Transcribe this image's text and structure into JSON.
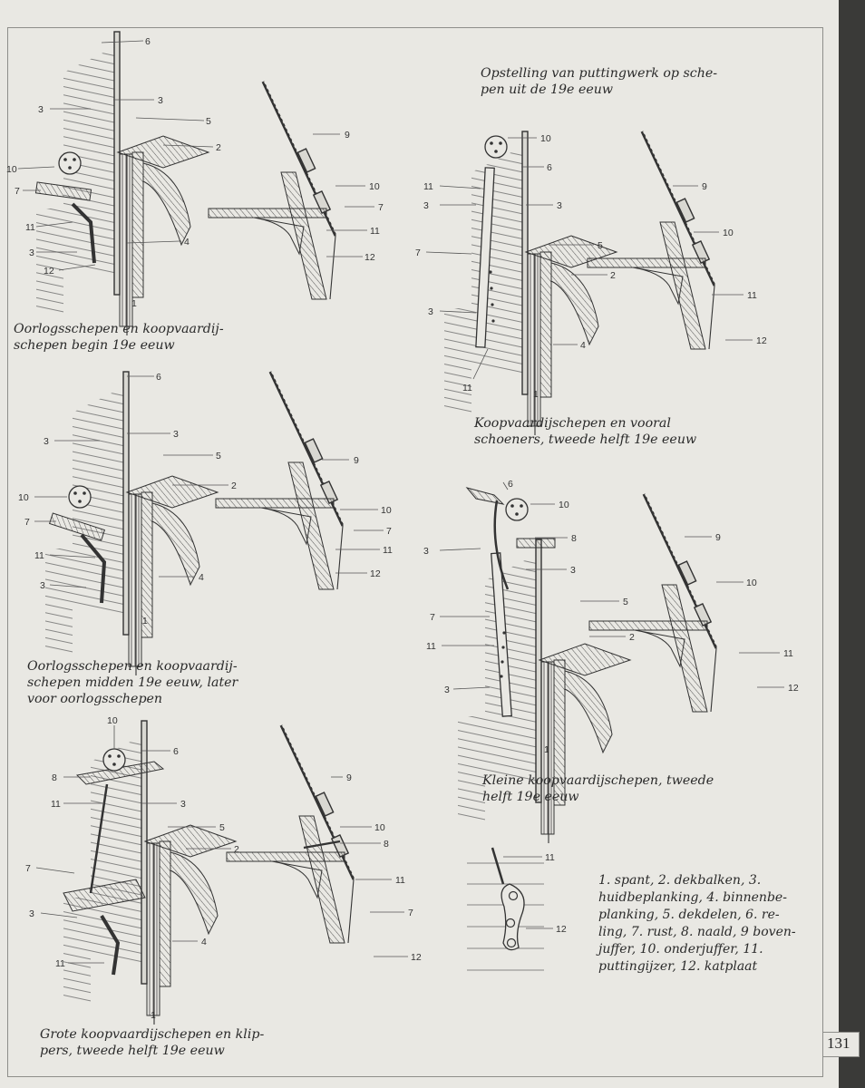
{
  "page_number": "131",
  "captions": [
    {
      "lines": [
        "Oorlogsschepen en koopvaardij-",
        "schepen begin 19e eeuw"
      ]
    },
    {
      "lines": [
        "Oorlogsschepen en koopvaardij-",
        "schepen midden 19e eeuw, later",
        "voor oorlogsschepen"
      ]
    },
    {
      "lines": [
        "Grote koopvaardijschepen en klip-",
        "pers, tweede helft 19e eeuw"
      ]
    },
    {
      "lines": [
        "Opstelling van puttingwerk op sche-",
        "pen uit de 19e eeuw"
      ]
    },
    {
      "lines": [
        "Koopvaardijschepen en vooral",
        "schoeners, tweede helft 19e eeuw"
      ]
    },
    {
      "lines": [
        "Kleine koopvaardijschepen, tweede",
        "helft 19e eeuw"
      ]
    }
  ],
  "legend": {
    "lines": [
      "1. spant, 2. dekbalken, 3.",
      "huidbeplanking, 4. binnenbe-",
      "planking, 5. dekdelen, 6. re-",
      "ling, 7. rust, 8. naald, 9 boven-",
      "juffer, 10. onderjuffer, 11.",
      "puttingijzer, 12. katplaat"
    ]
  },
  "figures": [
    {
      "id": "fig-a-hull",
      "labels": [
        "6",
        "3",
        "3",
        "5",
        "2",
        "10",
        "7",
        "11",
        "3",
        "4",
        "12",
        "1"
      ]
    },
    {
      "id": "fig-a-side",
      "labels": [
        "9",
        "10",
        "7",
        "11",
        "12"
      ]
    },
    {
      "id": "fig-b-hull",
      "labels": [
        "6",
        "3",
        "3",
        "5",
        "2",
        "10",
        "7",
        "11",
        "3",
        "4",
        "1"
      ]
    },
    {
      "id": "fig-b-side",
      "labels": [
        "9",
        "10",
        "7",
        "11",
        "12"
      ]
    },
    {
      "id": "fig-c-hull",
      "labels": [
        "10",
        "6",
        "8",
        "11",
        "3",
        "5",
        "2",
        "7",
        "3",
        "4",
        "11",
        "1"
      ]
    },
    {
      "id": "fig-c-side",
      "labels": [
        "9",
        "10",
        "8",
        "11",
        "7",
        "12"
      ]
    },
    {
      "id": "fig-d-hull",
      "labels": [
        "10",
        "6",
        "11",
        "3",
        "3",
        "5",
        "2",
        "7",
        "3",
        "4",
        "11",
        "1"
      ]
    },
    {
      "id": "fig-d-side",
      "labels": [
        "9",
        "10",
        "11",
        "12"
      ]
    },
    {
      "id": "fig-e-hull",
      "labels": [
        "6",
        "10",
        "8",
        "3",
        "3",
        "5",
        "7",
        "2",
        "11",
        "3",
        "1"
      ]
    },
    {
      "id": "fig-e-side",
      "labels": [
        "9",
        "10",
        "11",
        "12"
      ]
    },
    {
      "id": "fig-f-plate",
      "labels": [
        "11",
        "12"
      ]
    }
  ]
}
